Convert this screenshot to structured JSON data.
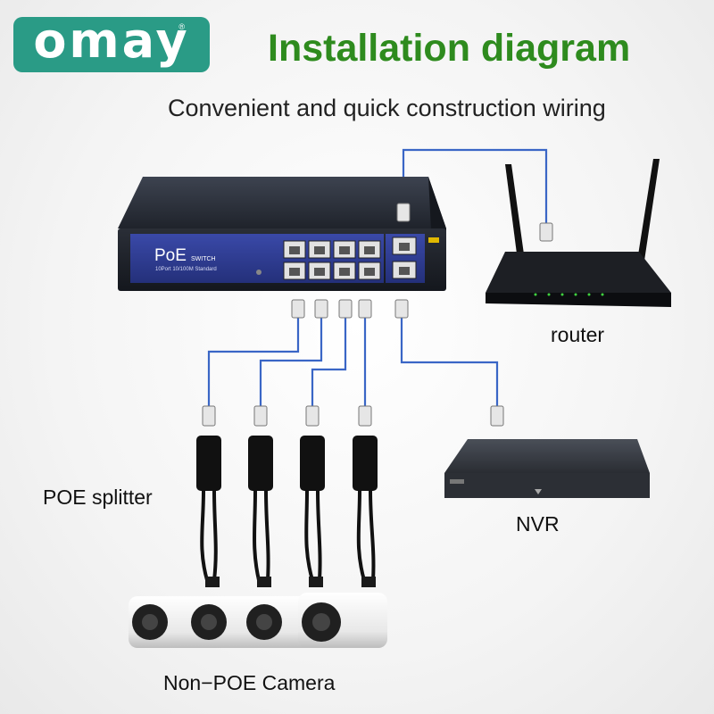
{
  "brand": {
    "logo_text": "omay",
    "registered_mark": "®"
  },
  "header": {
    "title": "Installation diagram",
    "subtitle": "Convenient and quick construction wiring"
  },
  "switch": {
    "product_name": "PoE",
    "product_type": "SWITCH",
    "product_spec": "10Port 10/100M Standard"
  },
  "labels": {
    "router": "router",
    "nvr": "NVR",
    "poe_splitter": "POE splitter",
    "camera": "Non−POE Camera"
  },
  "colors": {
    "title_green": "#2e8b1e",
    "logo_teal": "#2a9b86",
    "cable_blue": "#3a66c6",
    "switch_panel": "#2e3a8c"
  }
}
